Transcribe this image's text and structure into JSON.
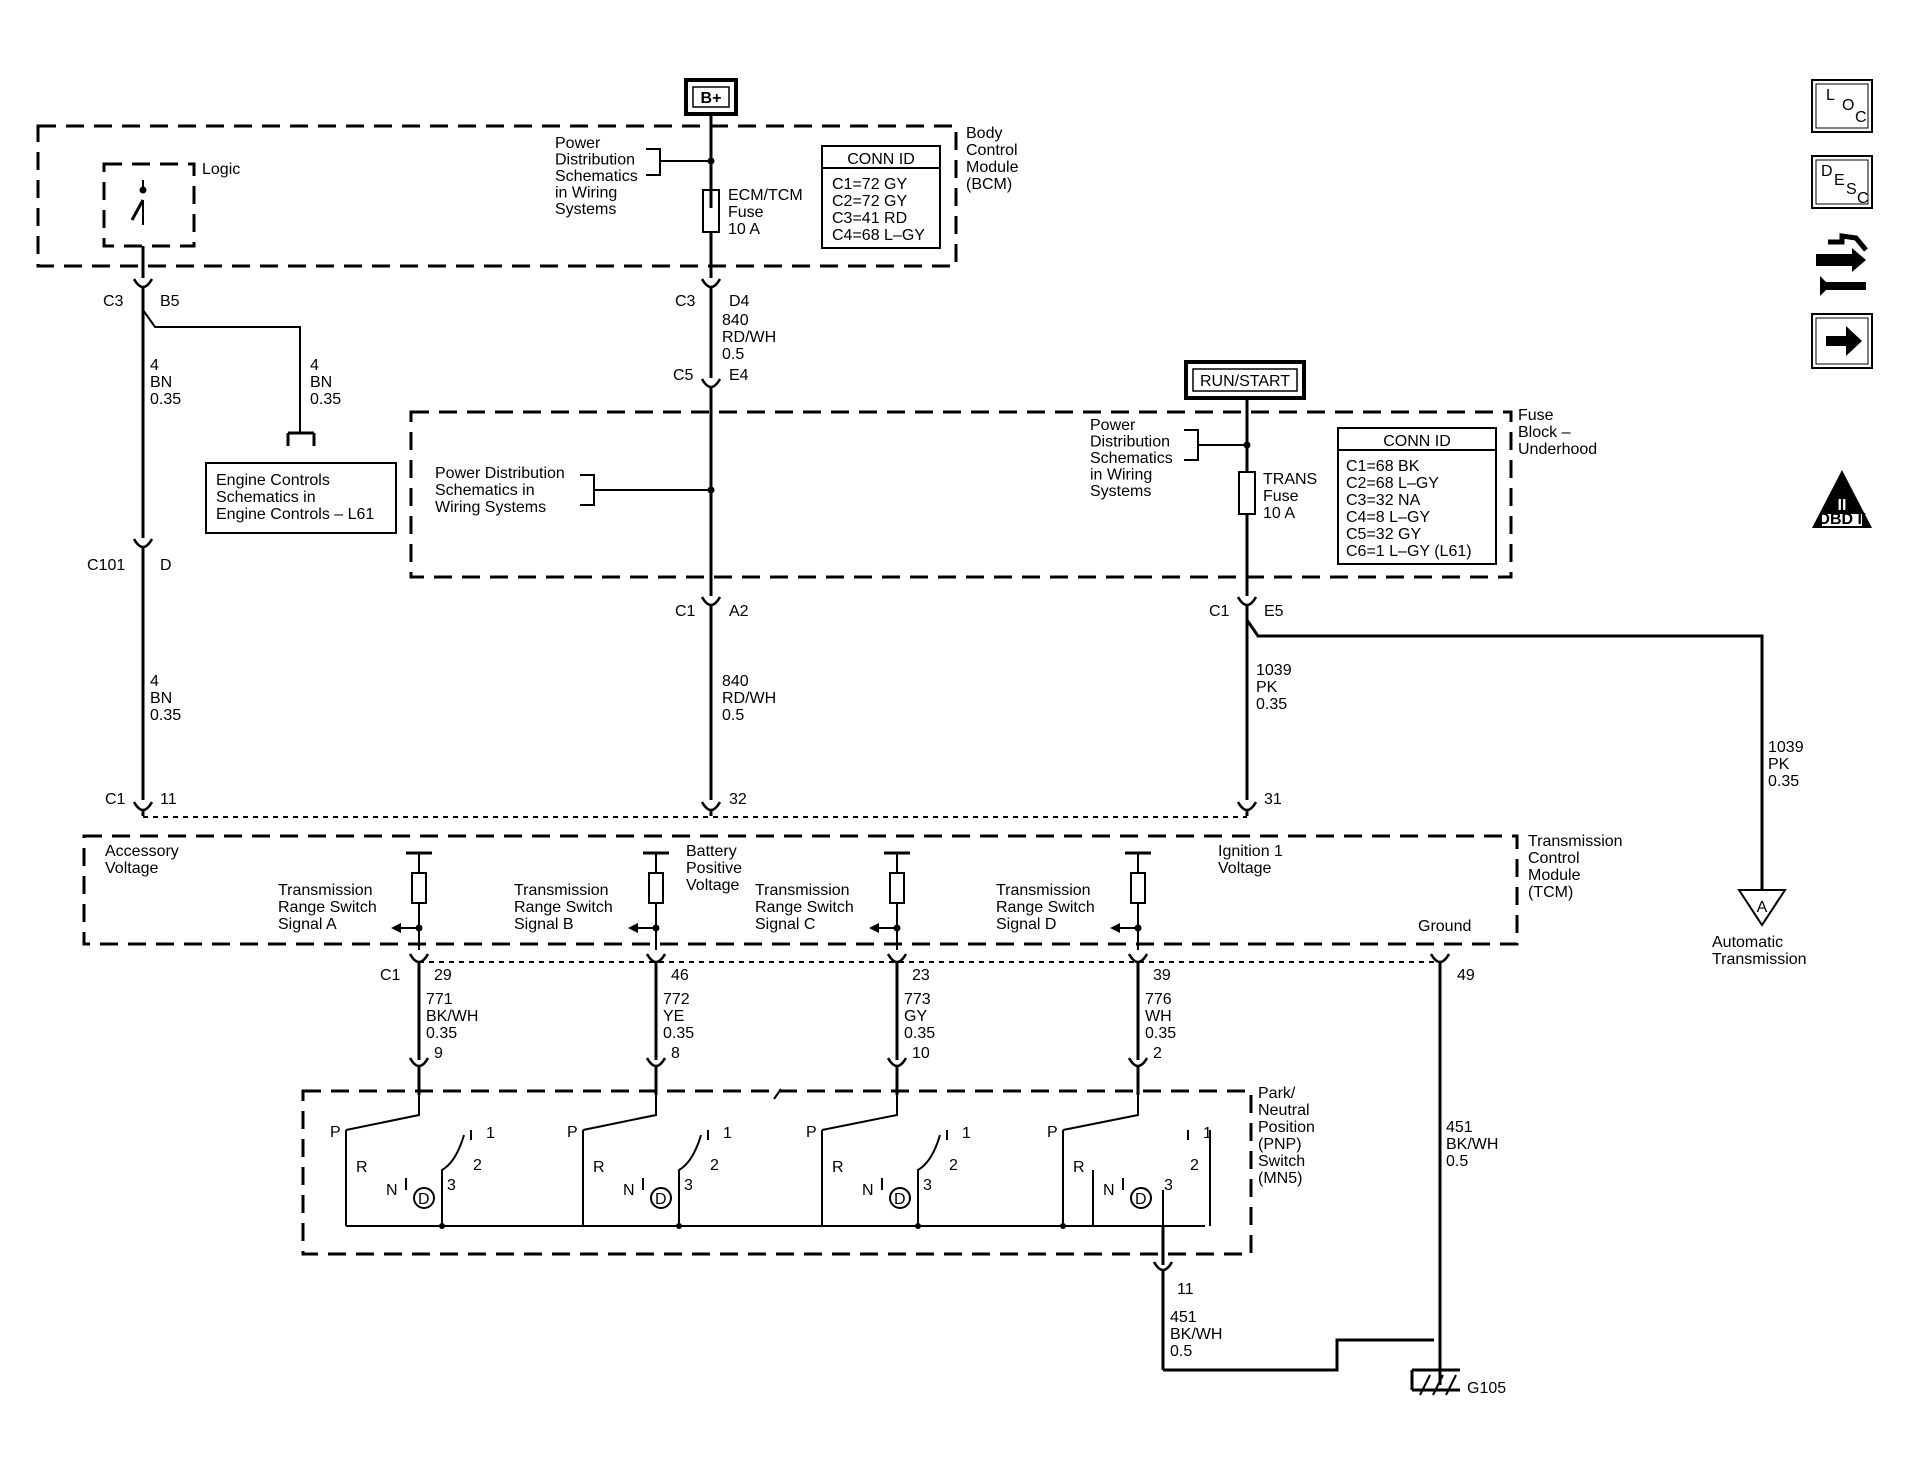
{
  "sources": {
    "bplus": "B+",
    "runstart": "RUN/START"
  },
  "bcm": {
    "name": [
      "Body",
      "Control",
      "Module",
      "(BCM)"
    ],
    "logic": "Logic",
    "pds": [
      "Power",
      "Distribution",
      "Schematics",
      "in Wiring",
      "Systems"
    ],
    "fuse": [
      "ECM/TCM",
      "Fuse",
      "10 A"
    ],
    "conn_title": "CONN ID",
    "conn": [
      "C1=72 GY",
      "C2=72 GY",
      "C3=41 RD",
      "C4=68 L–GY"
    ]
  },
  "fuseblock": {
    "name": [
      "Fuse",
      "Block –",
      "Underhood"
    ],
    "pds_left": [
      "Power Distribution",
      "Schematics in",
      "Wiring Systems"
    ],
    "pds_right": [
      "Power",
      "Distribution",
      "Schematics",
      "in Wiring",
      "Systems"
    ],
    "fuse": [
      "TRANS",
      "Fuse",
      "10 A"
    ],
    "conn_title": "CONN ID",
    "conn": [
      "C1=68 BK",
      "C2=68 L–GY",
      "C3=32 NA",
      "C4=8 L–GY",
      "C5=32 GY",
      "C6=1 L–GY (L61)"
    ]
  },
  "engine_ref": [
    "Engine Controls",
    "Schematics in",
    "Engine Controls – L61"
  ],
  "connectors": {
    "c3": "C3",
    "b5": "B5",
    "d4": "D4",
    "c5": "C5",
    "e4": "E4",
    "c101": "C101",
    "d": "D",
    "c1_a2": "C1",
    "a2": "A2",
    "c1_e5": "C1",
    "e5": "E5",
    "c1_11": "C1",
    "p11": "11",
    "p32": "32",
    "p31": "31",
    "c1_29": "C1",
    "p29": "29",
    "p46": "46",
    "p23": "23",
    "p39": "39",
    "p49": "49",
    "pnp9": "9",
    "pnp8": "8",
    "pnp10": "10",
    "pnp2": "2",
    "pnp11": "11"
  },
  "wires": {
    "w4a": [
      "4",
      "BN",
      "0.35"
    ],
    "w4b": [
      "4",
      "BN",
      "0.35"
    ],
    "w4c": [
      "4",
      "BN",
      "0.35"
    ],
    "w840a": [
      "840",
      "RD/WH",
      "0.5"
    ],
    "w840b": [
      "840",
      "RD/WH",
      "0.5"
    ],
    "w1039a": [
      "1039",
      "PK",
      "0.35"
    ],
    "w1039b": [
      "1039",
      "PK",
      "0.35"
    ],
    "w771": [
      "771",
      "BK/WH",
      "0.35"
    ],
    "w772": [
      "772",
      "YE",
      "0.35"
    ],
    "w773": [
      "773",
      "GY",
      "0.35"
    ],
    "w776": [
      "776",
      "WH",
      "0.35"
    ],
    "w451a": [
      "451",
      "BK/WH",
      "0.5"
    ],
    "w451b": [
      "451",
      "BK/WH",
      "0.5"
    ]
  },
  "tcm": {
    "name": [
      "Transmission",
      "Control",
      "Module",
      "(TCM)"
    ],
    "acc": [
      "Accessory",
      "Voltage"
    ],
    "bat": [
      "Battery",
      "Positive",
      "Voltage"
    ],
    "ign": [
      "Ignition 1",
      "Voltage"
    ],
    "ground": "Ground",
    "sig_a": [
      "Transmission",
      "Range Switch",
      "Signal A"
    ],
    "sig_b": [
      "Transmission",
      "Range Switch",
      "Signal B"
    ],
    "sig_c": [
      "Transmission",
      "Range Switch",
      "Signal C"
    ],
    "sig_d": [
      "Transmission",
      "Range Switch",
      "Signal D"
    ]
  },
  "pnp": {
    "name": [
      "Park/",
      "Neutral",
      "Position",
      "(PNP)",
      "Switch",
      "(MN5)"
    ],
    "P": "P",
    "R": "R",
    "N": "N",
    "D": "D",
    "n1": "1",
    "n2": "2",
    "n3": "3"
  },
  "auto_trans": {
    "ref": "A",
    "label": [
      "Automatic",
      "Transmission"
    ]
  },
  "ground_id": "G105",
  "side_icons": {
    "loc": [
      "L",
      "O",
      "C"
    ],
    "desc": [
      "D",
      "E",
      "S",
      "C"
    ],
    "obd": [
      "II",
      "OBD II"
    ]
  }
}
